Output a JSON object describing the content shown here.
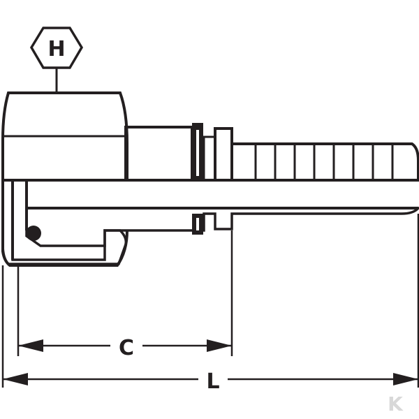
{
  "labels": {
    "hex": "H",
    "c_dimension": "C",
    "l_dimension": "L"
  },
  "watermark": "K",
  "colors": {
    "ink": "#231f20",
    "body": "#ffffff",
    "watermark": "#d8d8d8"
  }
}
